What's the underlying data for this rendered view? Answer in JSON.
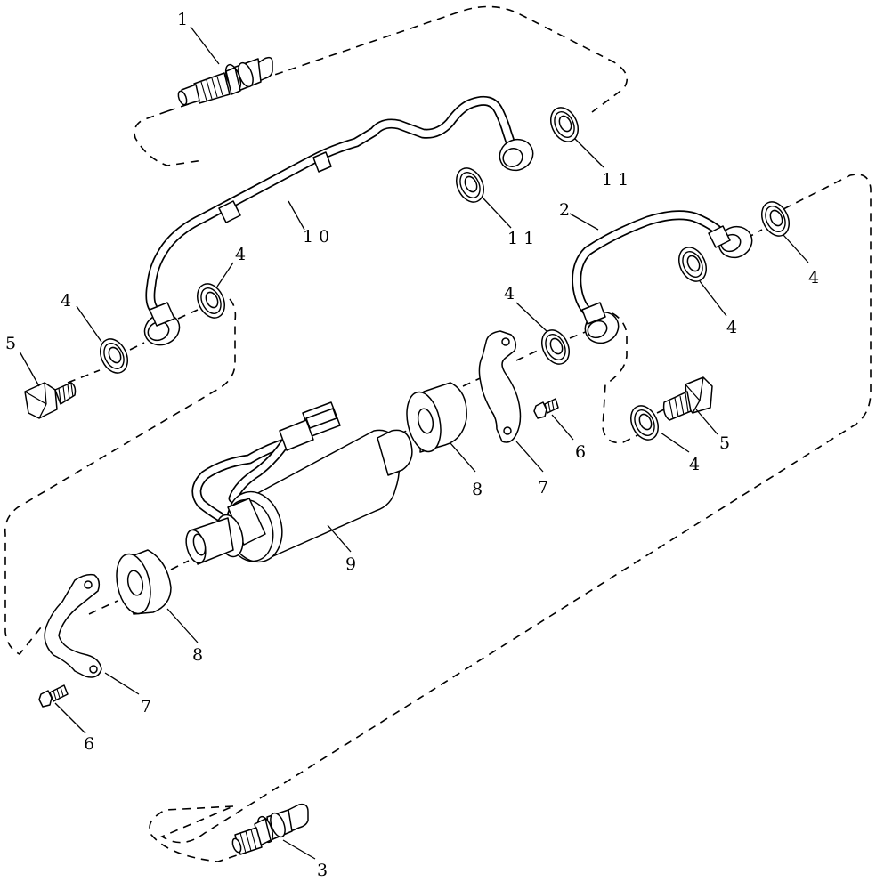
{
  "callouts": {
    "c1": "1",
    "c2": "2",
    "c3": "3",
    "c4": "4",
    "c5": "5",
    "c6": "6",
    "c7": "7",
    "c8": "8",
    "c9": "9",
    "c10": "1 0",
    "c11": "1 1"
  }
}
